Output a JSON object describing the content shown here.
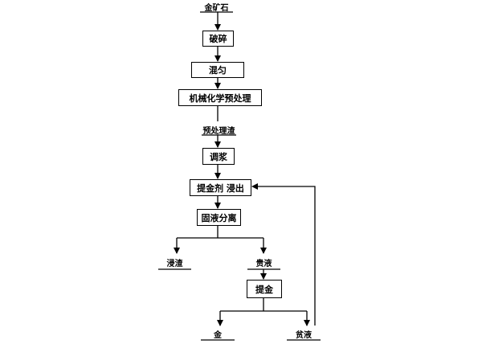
{
  "nodes": {
    "ore": "金矿石",
    "crush": "破碎",
    "mix": "混匀",
    "mechanochem": "机械化学预处理",
    "residue": "预处理渣",
    "slurry": "调浆",
    "leach": "提金剂 浸出",
    "separation": "固液分离",
    "tailings": "浸渣",
    "pregnant": "贵液",
    "extract": "提金",
    "gold": "金",
    "barren": "贫液"
  }
}
